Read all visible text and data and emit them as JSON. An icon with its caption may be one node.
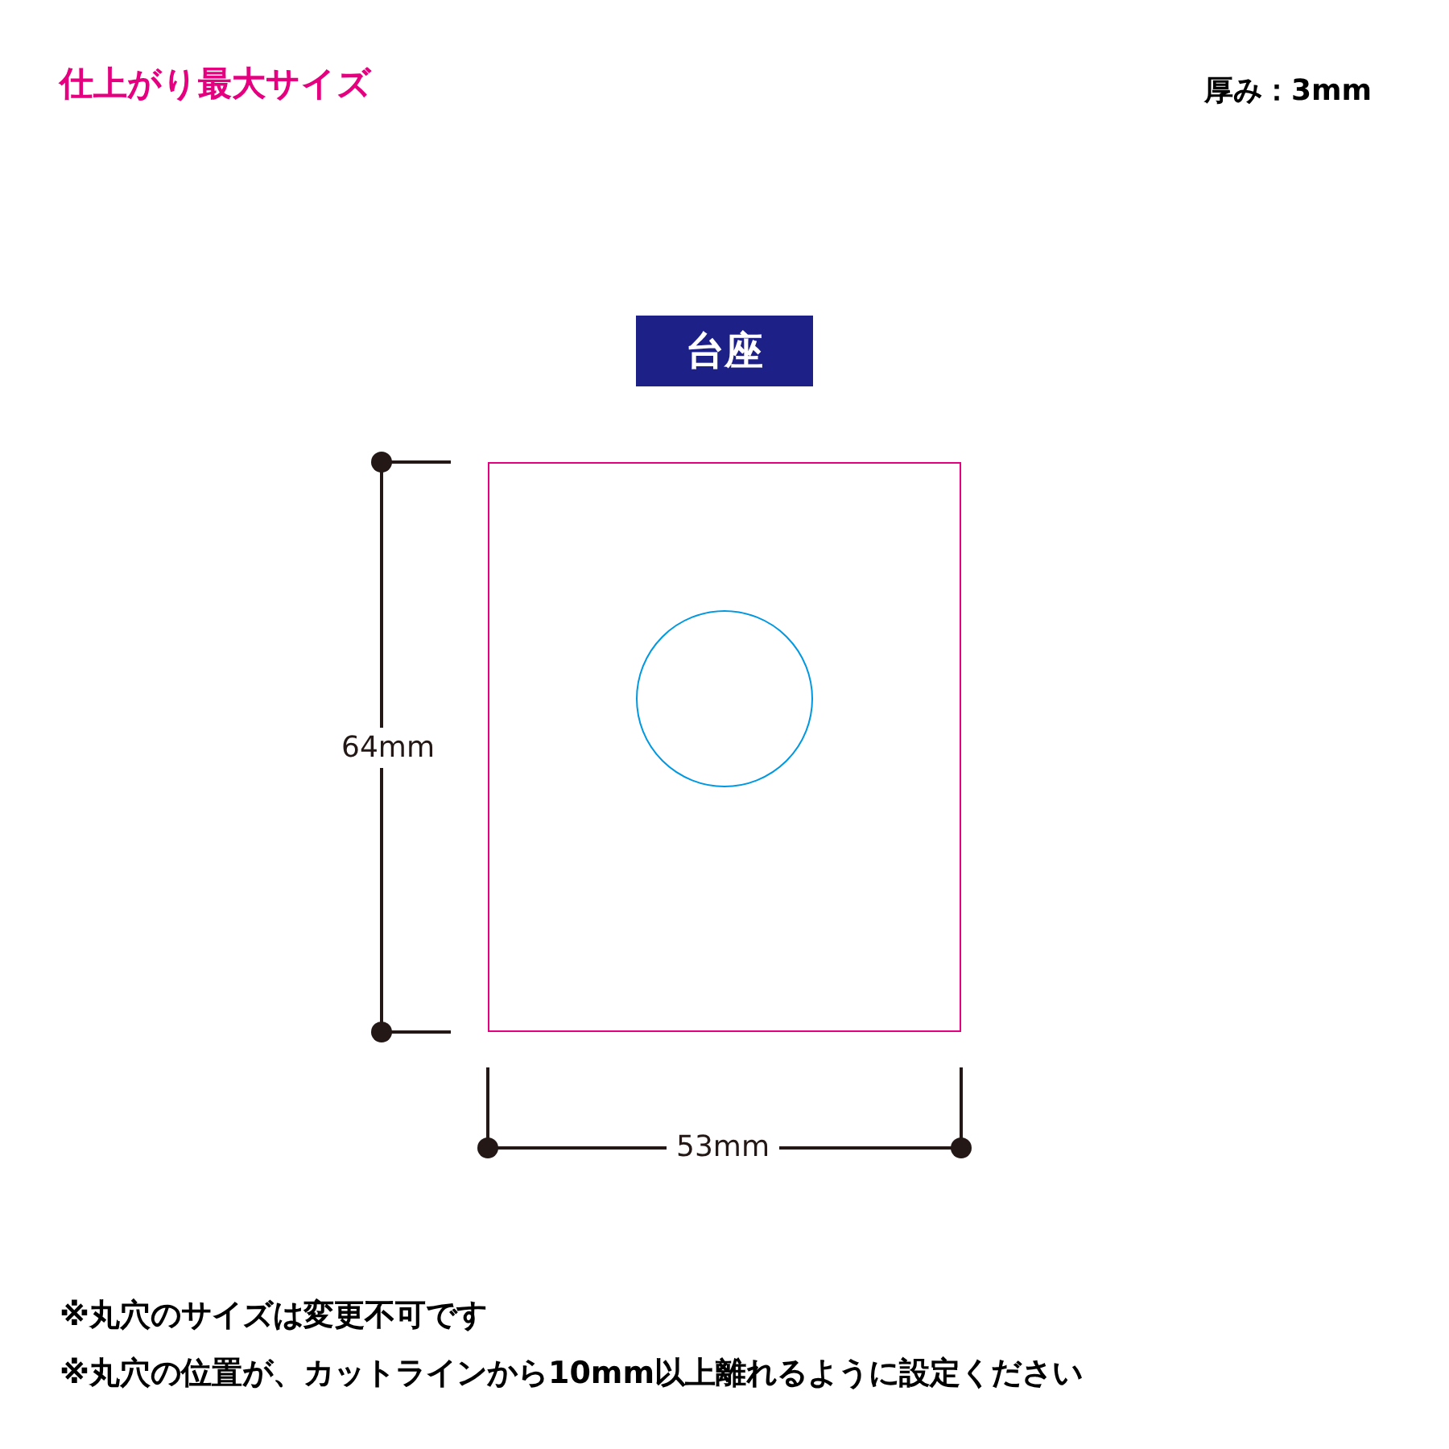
{
  "diagram": {
    "title": "仕上がり最大サイズ",
    "nodes": [
      {
        "text": [
          "台座"
        ]
      },
      {
        "text": [],
        "shape": "box"
      },
      {
        "text": [],
        "shape": "circle",
        "in": 1
      }
    ],
    "labels": [
      "厚み：3mm",
      "64mm",
      "53mm",
      "※丸穴のサイズは変更不可です",
      "※丸穴の位置が、カットラインから10mm以上離れるように設定ください"
    ]
  }
}
